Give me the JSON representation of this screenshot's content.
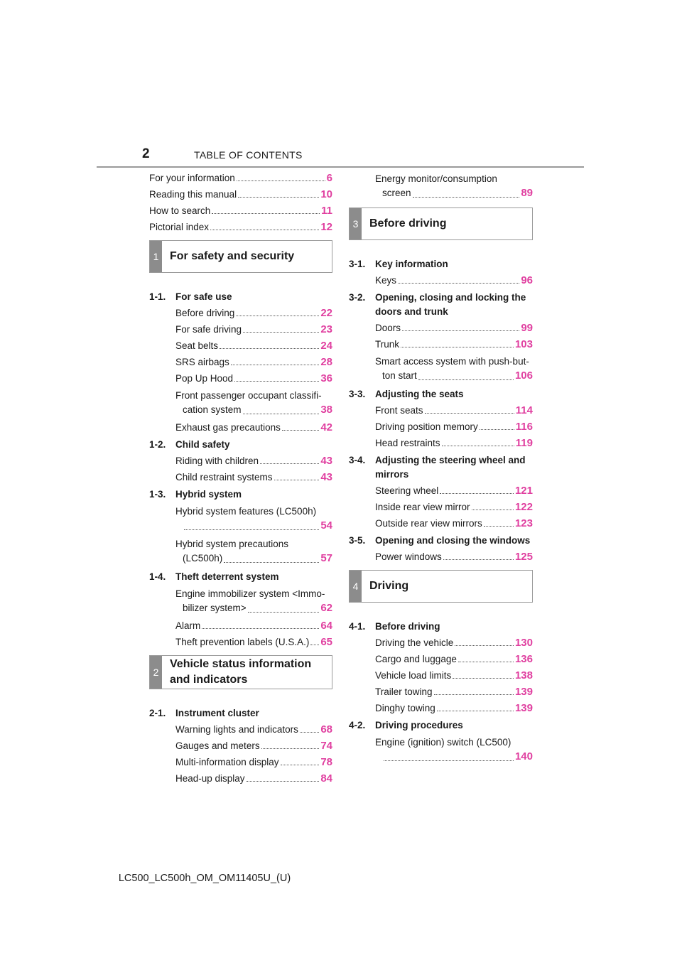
{
  "header": {
    "page_number": "2",
    "title": "TABLE OF CONTENTS"
  },
  "footer": {
    "text": "LC500_LC500h_OM_OM11405U_(U)"
  },
  "intro": [
    {
      "label": "For your information",
      "page": "6"
    },
    {
      "label": "Reading this manual",
      "page": "10"
    },
    {
      "label": "How to search",
      "page": "11"
    },
    {
      "label": "Pictorial index",
      "page": "12"
    }
  ],
  "sections": {
    "s1": {
      "number": "1",
      "title": "For safety and security"
    },
    "s2": {
      "number": "2",
      "title": "Vehicle status information and indicators"
    },
    "s3": {
      "number": "3",
      "title": "Before driving"
    },
    "s4": {
      "number": "4",
      "title": "Driving"
    }
  },
  "s1_1": {
    "num": "1-1.",
    "title": "For safe use",
    "items": [
      {
        "label": "Before driving",
        "page": "22"
      },
      {
        "label": "For safe driving",
        "page": "23"
      },
      {
        "label": "Seat belts",
        "page": "24"
      },
      {
        "label": "SRS airbags",
        "page": "28"
      },
      {
        "label": "Pop Up Hood",
        "page": "36"
      },
      {
        "label": "Front passenger occupant classifi-",
        "label2": "cation system",
        "page": "38"
      },
      {
        "label": "Exhaust gas precautions",
        "page": "42"
      }
    ]
  },
  "s1_2": {
    "num": "1-2.",
    "title": "Child safety",
    "items": [
      {
        "label": "Riding with children",
        "page": "43"
      },
      {
        "label": "Child restraint systems",
        "page": "43"
      }
    ]
  },
  "s1_3": {
    "num": "1-3.",
    "title": "Hybrid system",
    "items": [
      {
        "label": "Hybrid system features (LC500h)",
        "label2": "",
        "page": "54"
      },
      {
        "label": "Hybrid system precautions",
        "label2": "(LC500h)",
        "page": "57"
      }
    ]
  },
  "s1_4": {
    "num": "1-4.",
    "title": "Theft deterrent system",
    "items": [
      {
        "label": "Engine immobilizer system <Immo-",
        "label2": "bilizer system>",
        "page": "62"
      },
      {
        "label": "Alarm",
        "page": "64"
      },
      {
        "label": "Theft prevention labels (U.S.A.)",
        "page": "65"
      }
    ]
  },
  "s2_1": {
    "num": "2-1.",
    "title": "Instrument cluster",
    "items": [
      {
        "label": "Warning lights and indicators",
        "page": "68"
      },
      {
        "label": "Gauges and meters",
        "page": "74"
      },
      {
        "label": "Multi-information display",
        "page": "78"
      },
      {
        "label": "Head-up display",
        "page": "84"
      }
    ]
  },
  "s2_cont": {
    "label": "Energy monitor/consumption",
    "label2": "screen",
    "page": "89"
  },
  "s3_1": {
    "num": "3-1.",
    "title": "Key information",
    "items": [
      {
        "label": "Keys",
        "page": "96"
      }
    ]
  },
  "s3_2": {
    "num": "3-2.",
    "title": "Opening, closing and locking the",
    "title2": "doors and trunk",
    "items": [
      {
        "label": "Doors",
        "page": "99"
      },
      {
        "label": "Trunk",
        "page": "103"
      },
      {
        "label": "Smart access system with push-but-",
        "label2": "ton start",
        "page": "106"
      }
    ]
  },
  "s3_3": {
    "num": "3-3.",
    "title": "Adjusting the seats",
    "items": [
      {
        "label": "Front seats",
        "page": "114"
      },
      {
        "label": "Driving position memory",
        "page": "116"
      },
      {
        "label": "Head restraints",
        "page": "119"
      }
    ]
  },
  "s3_4": {
    "num": "3-4.",
    "title": "Adjusting the steering wheel and",
    "title2": "mirrors",
    "items": [
      {
        "label": "Steering wheel",
        "page": "121"
      },
      {
        "label": "Inside rear view mirror",
        "page": "122"
      },
      {
        "label": "Outside rear view mirrors",
        "page": "123"
      }
    ]
  },
  "s3_5": {
    "num": "3-5.",
    "title": "Opening and closing the windows",
    "items": [
      {
        "label": "Power windows",
        "page": "125"
      }
    ]
  },
  "s4_1": {
    "num": "4-1.",
    "title": "Before driving",
    "items": [
      {
        "label": "Driving the vehicle",
        "page": "130"
      },
      {
        "label": "Cargo and luggage",
        "page": "136"
      },
      {
        "label": "Vehicle load limits",
        "page": "138"
      },
      {
        "label": "Trailer towing",
        "page": "139"
      },
      {
        "label": "Dinghy towing",
        "page": "139"
      }
    ]
  },
  "s4_2": {
    "num": "4-2.",
    "title": "Driving procedures",
    "items": [
      {
        "label": "Engine (ignition) switch (LC500)",
        "label2": "",
        "page": "140"
      }
    ]
  }
}
